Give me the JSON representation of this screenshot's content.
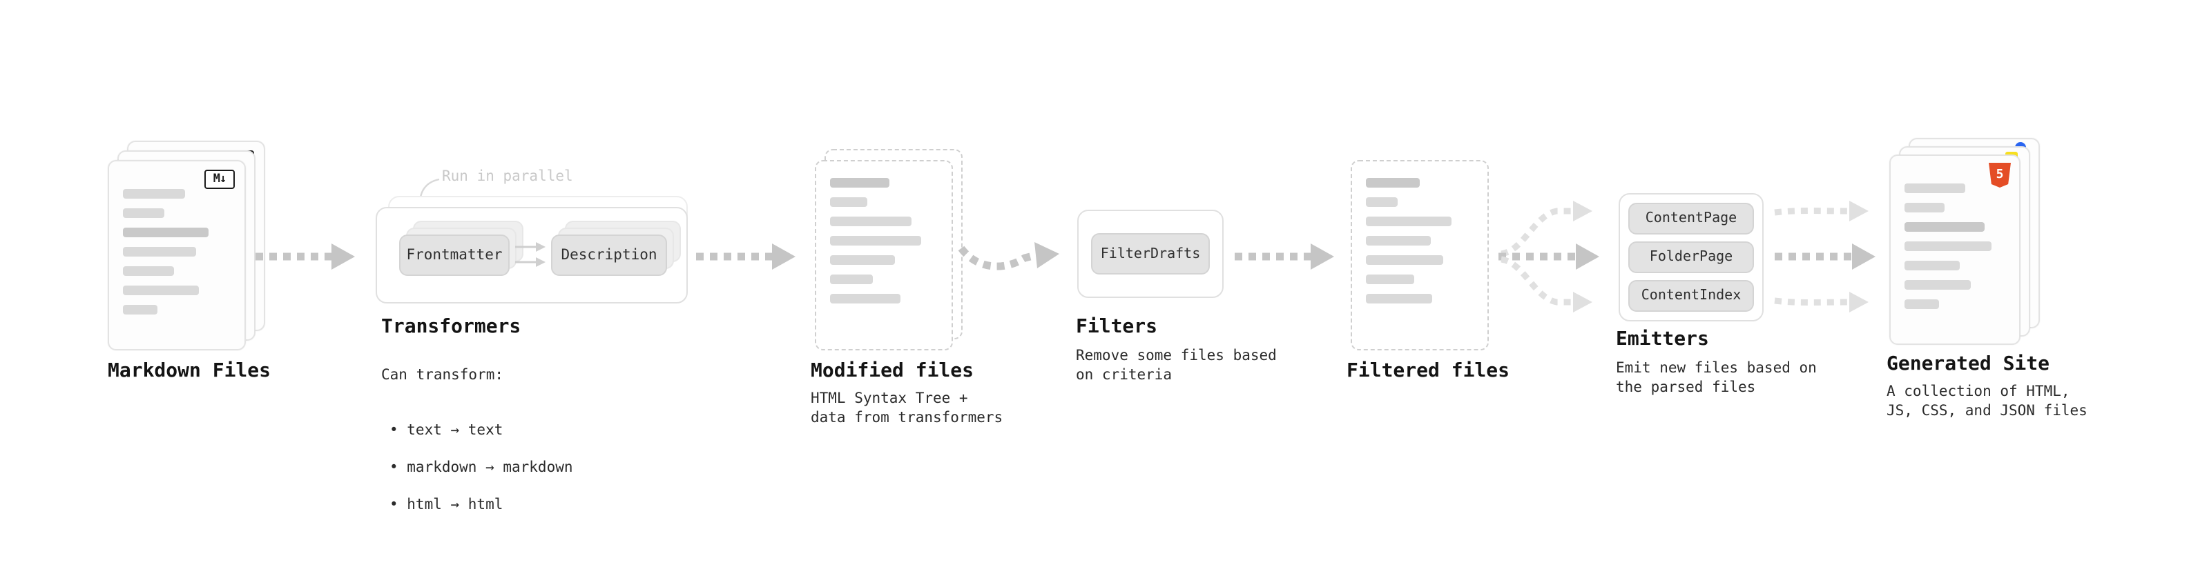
{
  "colors": {
    "arrow": "#c5c5c5",
    "arrow_light": "#e0e0e0",
    "card_border": "#e3e3e3",
    "dashed_border": "#cfcfcf",
    "bar": "#d9d9d9",
    "node_bg": "#e3e3e3",
    "node_border": "#d4d4d4",
    "html5_orange": "#e44d26",
    "js_yellow": "#f7df1e",
    "css_blue": "#2965f1",
    "annotation": "#c9c9c9"
  },
  "markdown_files": {
    "title": "Markdown Files",
    "file_icon": "M↓"
  },
  "transformers": {
    "title": "Transformers",
    "annotation": "Run in parallel",
    "node1": "Frontmatter",
    "node2": "Description",
    "caption_heading": "Can transform:",
    "bullets": [
      "• text → text",
      "• markdown → markdown",
      "• html → html"
    ]
  },
  "modified_files": {
    "title": "Modified files",
    "caption": "HTML Syntax Tree +\ndata from transformers"
  },
  "filters": {
    "title": "Filters",
    "node": "FilterDrafts",
    "caption": "Remove some files based\non criteria"
  },
  "filtered_files": {
    "title": "Filtered files"
  },
  "emitters": {
    "title": "Emitters",
    "nodes": [
      "ContentPage",
      "FolderPage",
      "ContentIndex"
    ],
    "caption": "Emit new files based on\nthe parsed files"
  },
  "generated_site": {
    "title": "Generated Site",
    "caption": "A collection of HTML,\nJS, CSS, and JSON files",
    "html5_label": "5"
  }
}
